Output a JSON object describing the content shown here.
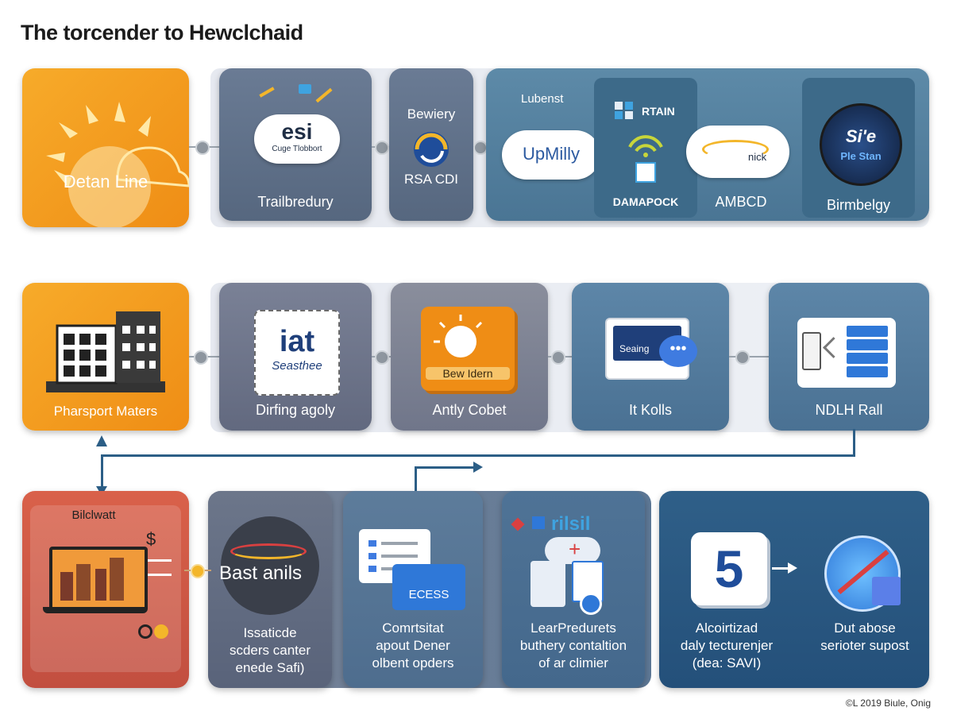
{
  "title": "The torcender to Hewclchaid",
  "row1": {
    "sun_card": {
      "label": "Detan Line"
    },
    "cloud_card": {
      "cloud_title": "esi",
      "cloud_sub": "Cuge Tlobbort",
      "label": "Trailbredury"
    },
    "bewery_card": {
      "top": "Bewiery",
      "label": "RSA CDI"
    },
    "services": {
      "header": "Lubenst",
      "upmilly": "UpMilly",
      "rtain": "RTAIN",
      "damapock": "DAMAPOCK",
      "nick": "nick",
      "ambcd": "AMBCD",
      "globe_top": "Si'e",
      "globe_sub": "Ple Stan",
      "birmbelgy": "Birmbelgy"
    }
  },
  "row2": {
    "building_card": {
      "label": "Pharsport Maters"
    },
    "iat_card": {
      "logo": "iat",
      "logo_sub": "Seasthee",
      "label": "Dirfing agoly"
    },
    "bew_card": {
      "icon_text": "Bew Idern",
      "label": "Antly Cobet"
    },
    "seaing_card": {
      "screen_text": "Seaing",
      "label": "It Kolls"
    },
    "ndlh_card": {
      "label": "NDLH Rall"
    }
  },
  "row3": {
    "bilchwatt": {
      "title": "Bilclwatt",
      "dollar": "$"
    },
    "bast": {
      "logo": "Bast anils",
      "lines": [
        "Issaticde",
        "scders canter",
        "enede Safi)"
      ]
    },
    "ecess": {
      "folder": "ECESS",
      "lines": [
        "Comrtsitat",
        "apout Dener",
        "olbent opders"
      ]
    },
    "rilsil": {
      "logo": "rilsil",
      "lines": [
        "LearPredurets",
        "buthery contaltion",
        "of ar climier"
      ]
    },
    "five": {
      "badge": "5",
      "lines": [
        "Alcoirtizad",
        "daly tecturenjer",
        "(dea: SAVI)"
      ]
    },
    "compass": {
      "lines": [
        "Dut abose",
        "serioter supost"
      ]
    }
  },
  "footer": "©L 2019 Biule, Onig",
  "colors": {
    "orange": "#f39a1f",
    "steel": "#4f6f92",
    "teal_band": "#4d7c9b",
    "navy": "#2c5e86",
    "red": "#d9614a"
  }
}
